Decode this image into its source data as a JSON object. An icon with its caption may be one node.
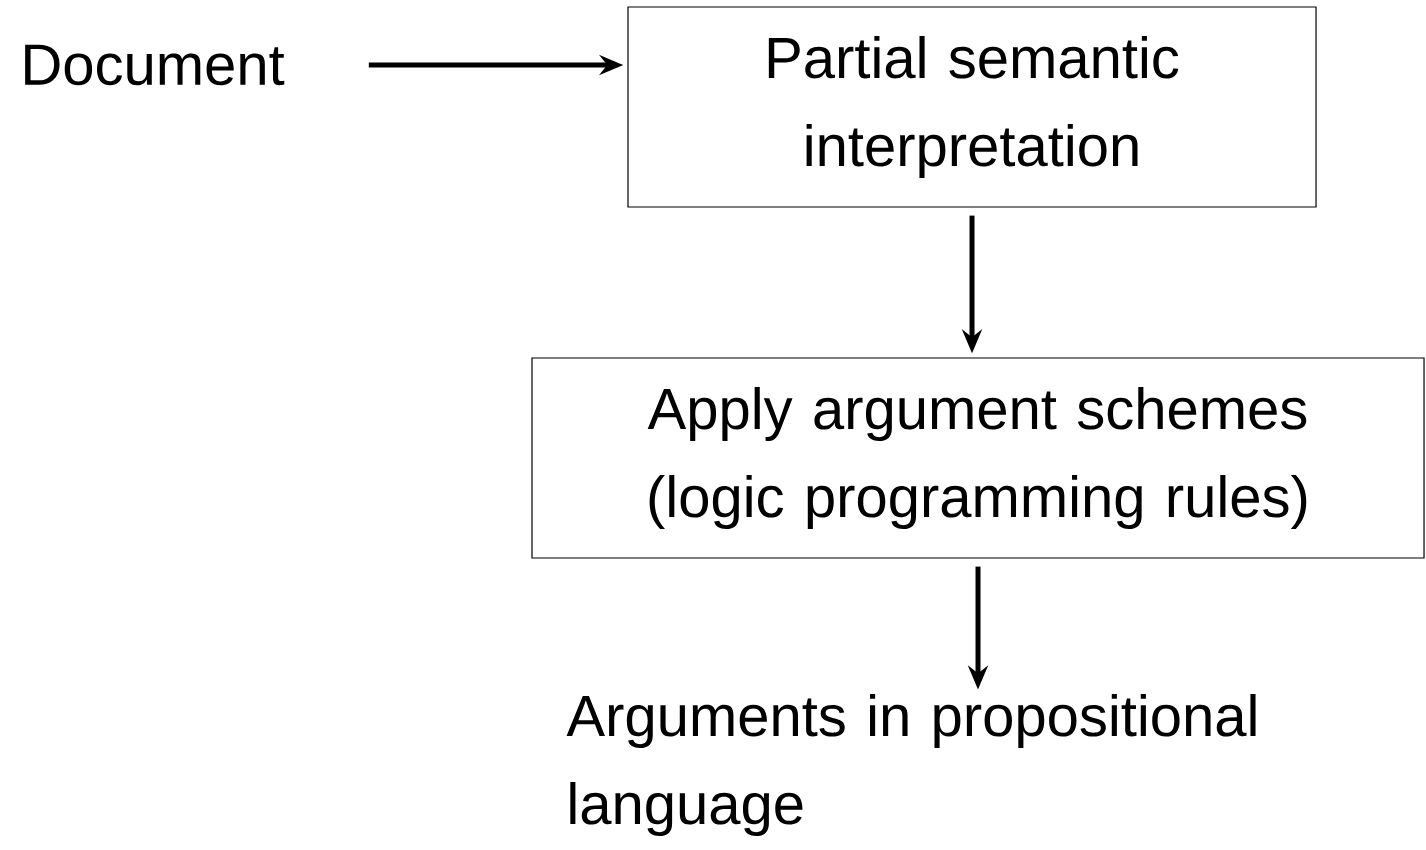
{
  "diagram": {
    "nodes": [
      {
        "text": [
          "Document"
        ]
      },
      {
        "text": [
          "Partial semantic interpretation"
        ]
      },
      {
        "text": [
          "Apply argument schemes (logic programming rules)"
        ]
      },
      {
        "text": [
          "Arguments in propositional language"
        ]
      }
    ],
    "edges": [
      {
        "from": 0,
        "to": 1,
        "arrow": "to"
      },
      {
        "from": 1,
        "to": 2,
        "arrow": "to"
      },
      {
        "from": 2,
        "to": 3,
        "arrow": "to"
      }
    ]
  }
}
